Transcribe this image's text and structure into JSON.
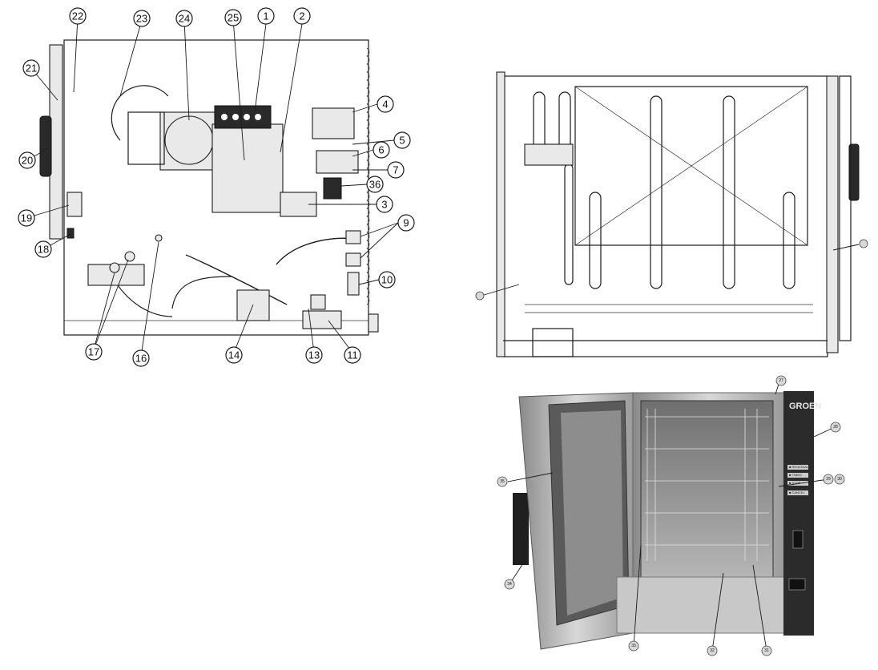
{
  "callouts": {
    "c1": "1",
    "c2": "2",
    "c3": "3",
    "c4": "4",
    "c5": "5",
    "c6": "6",
    "c7": "7",
    "c9": "9",
    "c10": "10",
    "c11": "11",
    "c13": "13",
    "c14": "14",
    "c16": "16",
    "c17": "17",
    "c18": "18",
    "c19": "19",
    "c20": "20",
    "c21": "21",
    "c22": "22",
    "c23": "23",
    "c24": "24",
    "c25": "25",
    "c36": "36",
    "c27": "27",
    "c28": "28",
    "c29": "29",
    "c30": "30",
    "c31": "31",
    "c32": "32",
    "c33": "33",
    "c34": "34",
    "c35": "35"
  },
  "photo": {
    "brand": "GROEN",
    "panel_labels": [
      "■ REGIONAL",
      "■ TIMED",
      "■ STOP",
      "■ CANCEL"
    ]
  },
  "colors": {
    "line": "#1c1c1c",
    "photo_steel": "#bdbdbd",
    "photo_dark": "#2b2b2b"
  }
}
